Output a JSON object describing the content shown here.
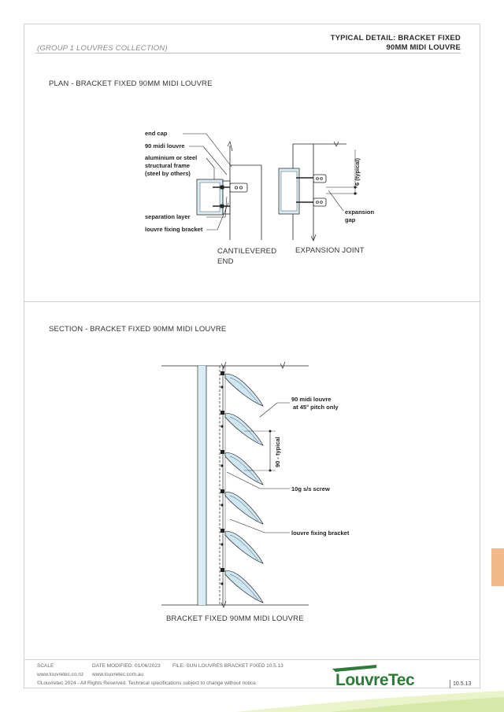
{
  "header": {
    "collection": "(GROUP 1 LOUVRES COLLECTION)",
    "title_line1": "TYPICAL DETAIL: BRACKET FIXED",
    "title_line2": "90MM MIDI LOUVRE"
  },
  "plan": {
    "heading": "PLAN - BRACKET FIXED 90MM MIDI LOUVRE",
    "labels": {
      "end_cap": "end cap",
      "midi_louvre": "90 midi louvre",
      "frame_line1": "aluminium or steel",
      "frame_line2": "structural frame",
      "frame_line3": "(steel by others)",
      "separation": "separation layer",
      "bracket": "louvre fixing bracket",
      "typical": "6 (typical)",
      "expansion_line1": "expansion",
      "expansion_line2": "gap"
    },
    "caption_cantilevered_line1": "CANTILEVERED",
    "caption_cantilevered_line2": "END",
    "caption_expansion": "EXPANSION JOINT"
  },
  "section": {
    "heading": "SECTION - BRACKET FIXED 90MM MIDI LOUVRE",
    "labels": {
      "louvre_line1": "90 midi louvre",
      "louvre_line2": "at 45° pitch only",
      "pitch": "90 - typical",
      "screw": "10g s/s screw",
      "bracket": "louvre fixing bracket"
    },
    "caption": "BRACKET FIXED 90MM MIDI LOUVRE"
  },
  "footer": {
    "scale": "SCALE",
    "date_modified": "DATE MODIFIED: 01/06/2023",
    "file": "FILE: SUN LOUVRES BRACKET FIXED 10.5.13",
    "web_nz": "www.louvretec.co.nz",
    "web_au": "www.louvretec.com.au",
    "copyright": "©Louvretec 2024 - All Rights Reserved. Technical specifications subject to change without notice.",
    "logo_text": "LouvreTec",
    "page": "10.5.13"
  },
  "colors": {
    "brand_green": "#2f7a3a",
    "tab_orange": "#f2ba8a",
    "louvre_blue": "#cfe7f2"
  }
}
